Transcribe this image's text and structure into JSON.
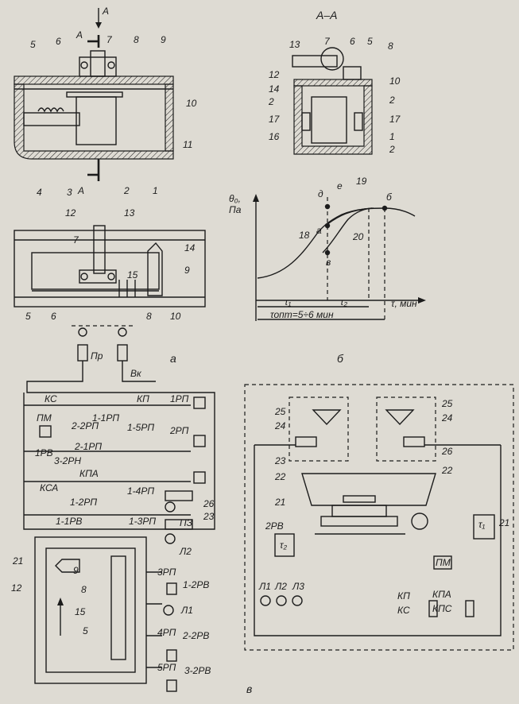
{
  "section_marks": {
    "arrow_a": "A",
    "cut_top": "A",
    "cut_bottom": "A",
    "section_title": "А–А"
  },
  "fig_a_top": {
    "callouts": [
      "5",
      "6",
      "7",
      "8",
      "9",
      "10",
      "11",
      "4",
      "3",
      "2",
      "1"
    ]
  },
  "fig_a_bottom": {
    "callouts": [
      "7",
      "12",
      "13",
      "14",
      "9",
      "15",
      "5",
      "6",
      "8",
      "10"
    ],
    "caption": "а"
  },
  "fig_section": {
    "callouts": [
      "13",
      "7",
      "6",
      "5",
      "8",
      "12",
      "14",
      "2",
      "10",
      "2",
      "17",
      "17",
      "16",
      "1",
      "2"
    ]
  },
  "fig_graph": {
    "y_label_1": "θ₀,",
    "y_label_2": "Па",
    "x_label": "τ, мин",
    "tau1": "τ₁",
    "tau2": "τ₂",
    "tau_opt": "τопт=5÷6 мин",
    "points": [
      "д",
      "е",
      "а",
      "в",
      "б"
    ],
    "curves": [
      "19",
      "18",
      "20"
    ],
    "caption": "б"
  },
  "fig_circuit_left": {
    "supply_1": "Пр",
    "supply_2": "Вк",
    "labels": [
      "КС",
      "КП",
      "1РП",
      "ПМ",
      "2-2РП",
      "1-1РП",
      "1-5РП",
      "2РП",
      "1РВ",
      "2-1РП",
      "3-2РН",
      "КСА",
      "КПА",
      "1-2РП",
      "1-4РП",
      "1-1РВ",
      "1-3РП",
      "26",
      "ПЗ",
      "23",
      "Л2",
      "21",
      "9",
      "8",
      "12",
      "15",
      "5",
      "3РП",
      "1-2РВ",
      "Л1",
      "4РП",
      "2-2РВ",
      "5РП",
      "3-2РВ"
    ]
  },
  "fig_circuit_right": {
    "labels": [
      "25",
      "25",
      "24",
      "24",
      "23",
      "26",
      "22",
      "22",
      "21",
      "2РВ",
      "τ₂",
      "τ₁",
      "21",
      "ПМ",
      "Л1",
      "Л2",
      "Л3",
      "КП",
      "КС",
      "КПА",
      "КПС"
    ],
    "caption": "в"
  }
}
